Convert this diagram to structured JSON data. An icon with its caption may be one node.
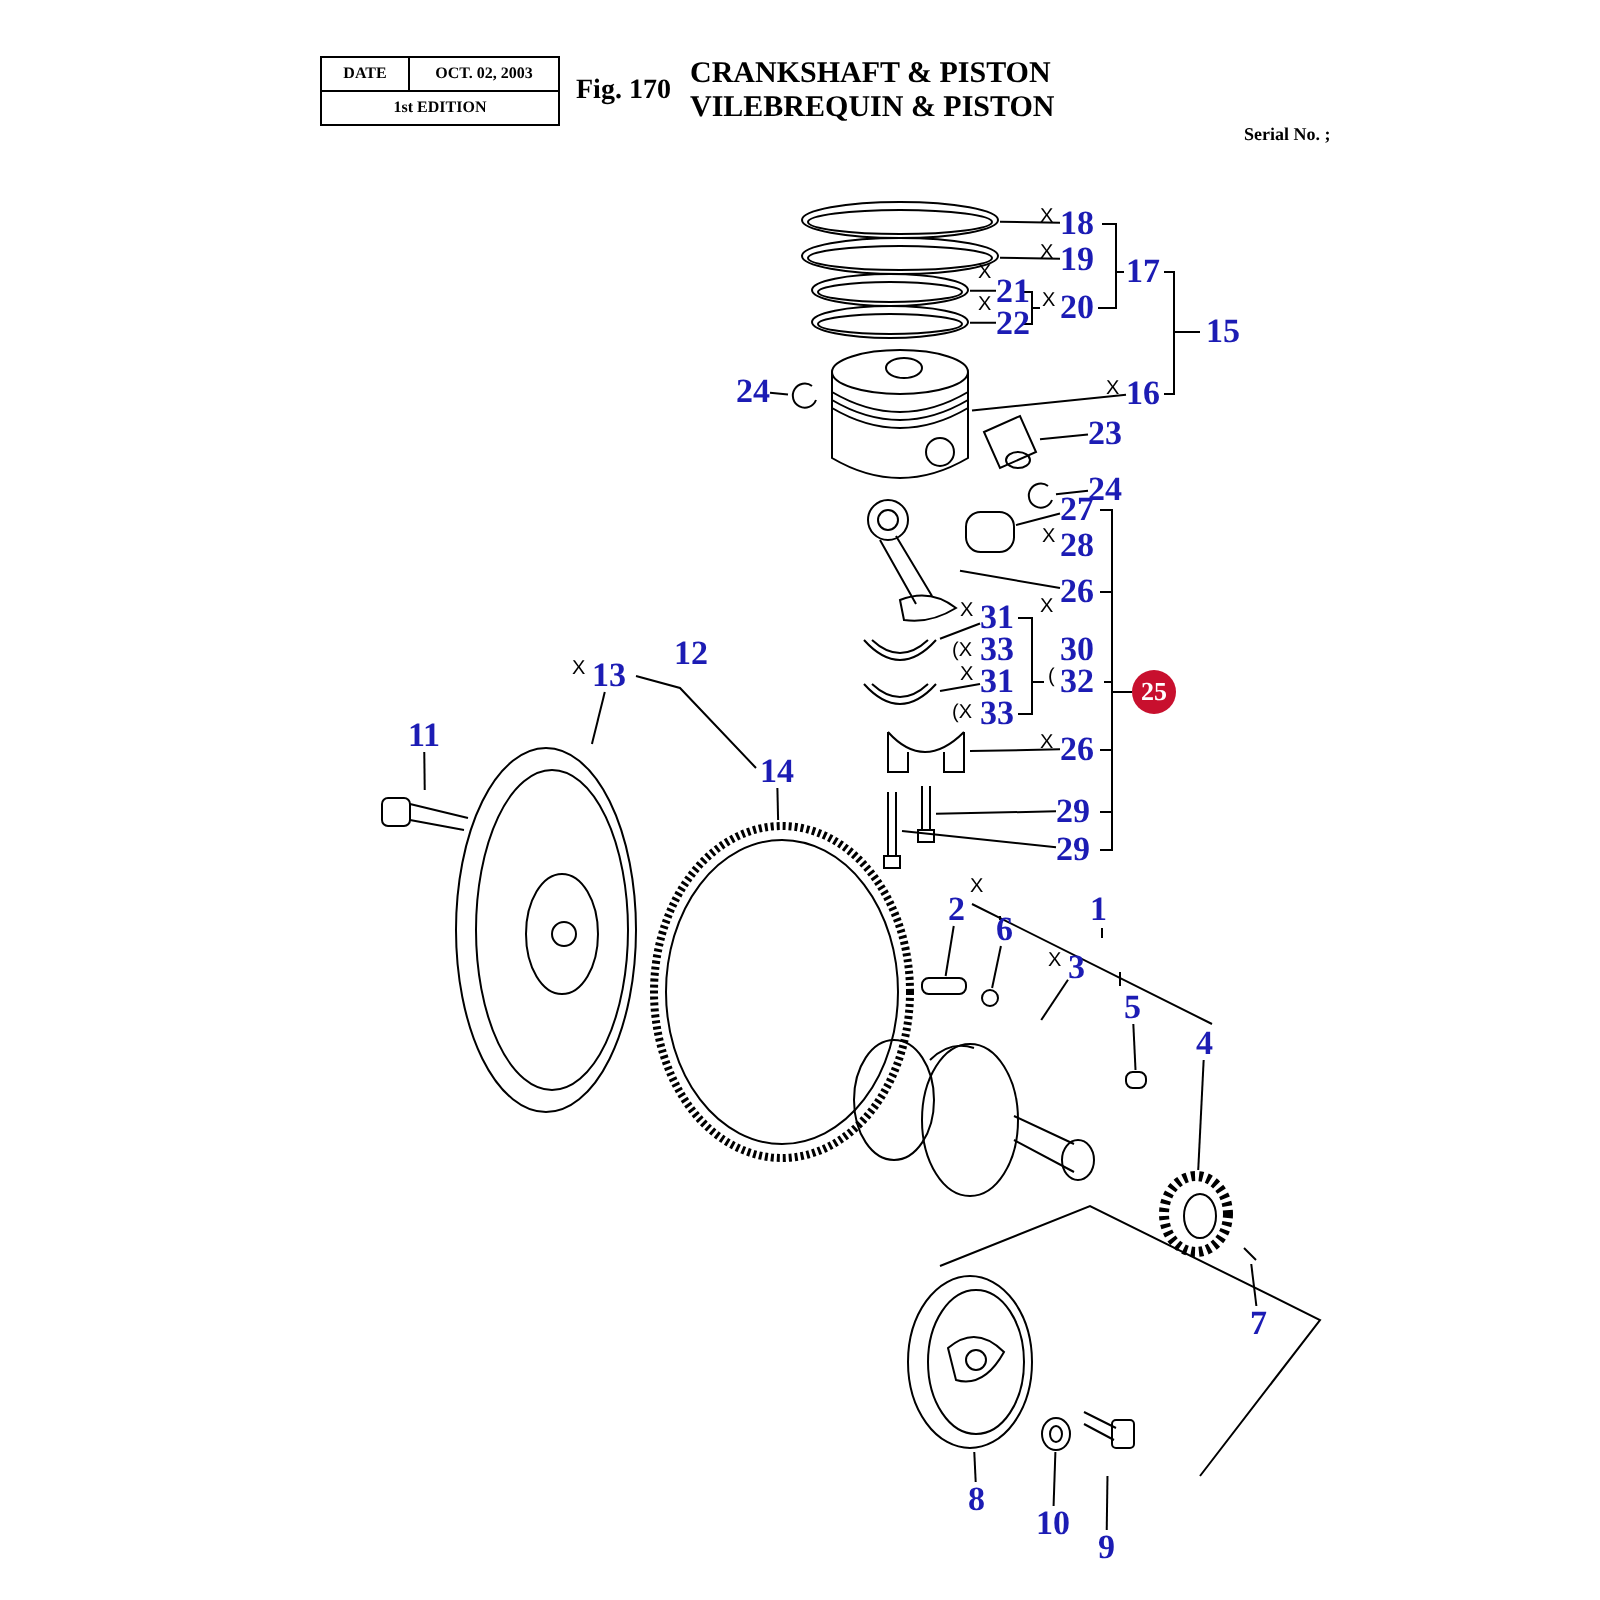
{
  "diagram": {
    "title": "CRANKSHAFT & PISTON",
    "nodes": [
      {
        "text": [
          "18"
        ]
      },
      {
        "text": [
          "19"
        ]
      },
      {
        "text": [
          "17"
        ]
      },
      {
        "text": [
          "21"
        ]
      },
      {
        "text": [
          "20"
        ]
      },
      {
        "text": [
          "22"
        ]
      },
      {
        "text": [
          "15"
        ]
      },
      {
        "text": [
          "24"
        ]
      },
      {
        "text": [
          "16"
        ]
      },
      {
        "text": [
          "23"
        ]
      },
      {
        "text": [
          "24"
        ]
      },
      {
        "text": [
          "27"
        ]
      },
      {
        "text": [
          "28"
        ]
      },
      {
        "text": [
          "26"
        ]
      },
      {
        "text": [
          "31"
        ]
      },
      {
        "text": [
          "33"
        ]
      },
      {
        "text": [
          "30"
        ]
      },
      {
        "text": [
          "31"
        ]
      },
      {
        "text": [
          "32"
        ]
      },
      {
        "text": [
          "33"
        ]
      },
      {
        "text": [
          "25"
        ]
      },
      {
        "text": [
          "26"
        ]
      },
      {
        "text": [
          "13"
        ]
      },
      {
        "text": [
          "12"
        ]
      },
      {
        "text": [
          "11"
        ]
      },
      {
        "text": [
          "14"
        ]
      },
      {
        "text": [
          "29"
        ]
      },
      {
        "text": [
          "29"
        ]
      },
      {
        "text": [
          "2"
        ]
      },
      {
        "text": [
          "6"
        ]
      },
      {
        "text": [
          "1"
        ]
      },
      {
        "text": [
          "3"
        ]
      },
      {
        "text": [
          "5"
        ]
      },
      {
        "text": [
          "4"
        ]
      },
      {
        "text": [
          "7"
        ]
      },
      {
        "text": [
          "8"
        ]
      },
      {
        "text": [
          "10"
        ]
      },
      {
        "text": [
          "9"
        ]
      },
      {
        "text": [],
        "shape": "picture"
      },
      {
        "text": [],
        "shape": "picture"
      },
      {
        "text": [],
        "shape": "picture"
      },
      {
        "text": [],
        "shape": "picture"
      },
      {
        "text": [],
        "shape": "picture"
      },
      {
        "text": [],
        "shape": "picture"
      },
      {
        "text": [],
        "shape": "picture"
      },
      {
        "text": [],
        "shape": "picture"
      },
      {
        "text": [],
        "shape": "box"
      },
      {
        "text": [],
        "shape": "picture"
      },
      {
        "text": [],
        "shape": "picture"
      },
      {
        "text": [],
        "shape": "picture"
      },
      {
        "text": [],
        "shape": "picture"
      },
      {
        "text": [],
        "shape": "picture"
      },
      {
        "text": [],
        "shape": "picture"
      },
      {
        "text": [],
        "shape": "picture"
      },
      {
        "text": [],
        "shape": "picture"
      },
      {
        "text": [],
        "shape": "picture"
      },
      {
        "text": [],
        "shape": "box"
      },
      {
        "text": [],
        "shape": "circle"
      },
      {
        "text": [],
        "shape": "picture"
      },
      {
        "text": [],
        "shape": "box"
      },
      {
        "text": [],
        "shape": "picture"
      },
      {
        "text": [],
        "shape": "picture"
      },
      {
        "text": [],
        "shape": "picture"
      },
      {
        "text": [],
        "shape": "picture"
      },
      {
        "text": [],
        "shape": "picture"
      }
    ],
    "edges": [
      {
        "from": 0,
        "to": 38,
        "arrow": "none"
      },
      {
        "from": 1,
        "to": 39,
        "arrow": "none"
      },
      {
        "from": 3,
        "to": 40,
        "arrow": "none"
      },
      {
        "from": 5,
        "to": 41,
        "arrow": "none"
      },
      {
        "from": 7,
        "to": 43,
        "arrow": "none"
      },
      {
        "from": 8,
        "to": 42,
        "arrow": "none"
      },
      {
        "from": 9,
        "to": 44,
        "arrow": "none"
      },
      {
        "from": 10,
        "to": 45,
        "arrow": "none"
      },
      {
        "from": 11,
        "to": 46,
        "arrow": "none"
      },
      {
        "from": 13,
        "to": 47,
        "arrow": "none"
      },
      {
        "from": 14,
        "to": 48,
        "arrow": "none"
      },
      {
        "from": 17,
        "to": 49,
        "arrow": "none"
      },
      {
        "from": 21,
        "to": 50,
        "arrow": "none"
      },
      {
        "from": 22,
        "to": 54,
        "arrow": "none"
      },
      {
        "from": 24,
        "to": 53,
        "arrow": "none"
      },
      {
        "from": 25,
        "to": 55,
        "arrow": "none"
      },
      {
        "from": 26,
        "to": 51,
        "arrow": "none"
      },
      {
        "from": 27,
        "to": 52,
        "arrow": "none"
      },
      {
        "from": 28,
        "to": 56,
        "arrow": "none"
      },
      {
        "from": 29,
        "to": 57,
        "arrow": "none"
      },
      {
        "from": 31,
        "to": 58,
        "arrow": "none"
      },
      {
        "from": 32,
        "to": 59,
        "arrow": "none"
      },
      {
        "from": 33,
        "to": 60,
        "arrow": "none"
      },
      {
        "from": 34,
        "to": 61,
        "arrow": "none"
      },
      {
        "from": 35,
        "to": 62,
        "arrow": "none"
      },
      {
        "from": 36,
        "to": 63,
        "arrow": "none"
      },
      {
        "from": 37,
        "to": 64,
        "arrow": "none"
      }
    ],
    "labels": [
      "DATE",
      "OCT. 02, 2003",
      "1st EDITION",
      "Fig. 170",
      "VILEBREQUIN & PISTON",
      "Serial No. ;",
      "X",
      "X",
      "X",
      "X",
      "X",
      "X",
      "X",
      "X",
      "X",
      "(X",
      "(",
      "X",
      "(X",
      "X",
      "X",
      "X",
      "X"
    ]
  }
}
